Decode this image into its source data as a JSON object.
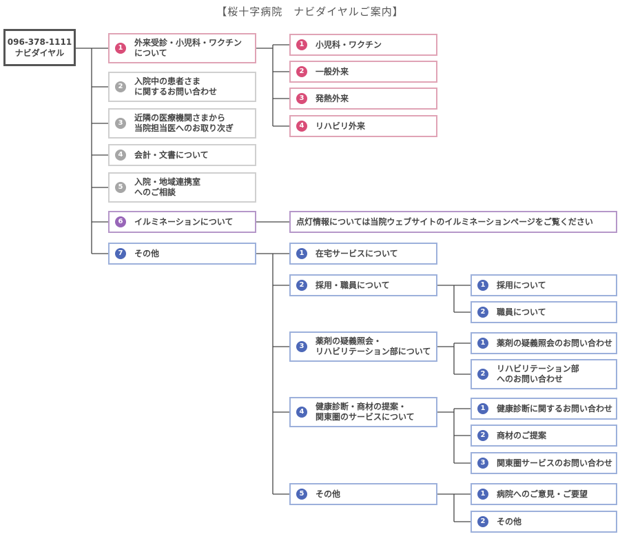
{
  "title": "【桜十字病院　ナビダイヤルご案内】",
  "root": {
    "phone": "096-378-1111",
    "label": "ナビダイヤル"
  },
  "colors": {
    "pink": "#d94d78",
    "gray": "#a6a6a6",
    "purple": "#9866b8",
    "blue": "#4d68b8",
    "line": "#444444"
  },
  "menu": [
    {
      "num": "1",
      "label": "外来受診・小児科・ワクチン\nについて",
      "color": "pink"
    },
    {
      "num": "2",
      "label": "入院中の患者さま\nに関するお問い合わせ",
      "color": "gray"
    },
    {
      "num": "3",
      "label": "近隣の医療機関さまから\n当院担当医へのお取り次ぎ",
      "color": "gray"
    },
    {
      "num": "4",
      "label": "会計・文書について",
      "color": "gray"
    },
    {
      "num": "5",
      "label": "入院・地域連携室\nへのご相談",
      "color": "gray"
    },
    {
      "num": "6",
      "label": "イルミネーションについて",
      "color": "purple"
    },
    {
      "num": "7",
      "label": "その他",
      "color": "blue"
    }
  ],
  "outpatient": [
    {
      "num": "1",
      "label": "小児科・ワクチン"
    },
    {
      "num": "2",
      "label": "一般外来"
    },
    {
      "num": "3",
      "label": "発熱外来"
    },
    {
      "num": "4",
      "label": "リハビリ外来"
    }
  ],
  "illumination_note": "点灯情報については当院ウェブサイトのイルミネーションページをご覧ください",
  "other": [
    {
      "num": "1",
      "label": "在宅サービスについて"
    },
    {
      "num": "2",
      "label": "採用・職員について"
    },
    {
      "num": "3",
      "label": "薬剤の疑義照会・\nリハビリテーション部について"
    },
    {
      "num": "4",
      "label": "健康診断・商材の提案・\n関東圏のサービスについて"
    },
    {
      "num": "5",
      "label": "その他"
    }
  ],
  "recruit": [
    {
      "num": "1",
      "label": "採用について"
    },
    {
      "num": "2",
      "label": "職員について"
    }
  ],
  "pharmacy": [
    {
      "num": "1",
      "label": "薬剤の疑義照会のお問い合わせ"
    },
    {
      "num": "2",
      "label": "リハビリテーション部\nへのお問い合わせ"
    }
  ],
  "health": [
    {
      "num": "1",
      "label": "健康診断に関するお問い合わせ"
    },
    {
      "num": "2",
      "label": "商材のご提案"
    },
    {
      "num": "3",
      "label": "関東圏サービスのお問い合わせ"
    }
  ],
  "misc": [
    {
      "num": "1",
      "label": "病院へのご意見・ご要望"
    },
    {
      "num": "2",
      "label": "その他"
    }
  ]
}
